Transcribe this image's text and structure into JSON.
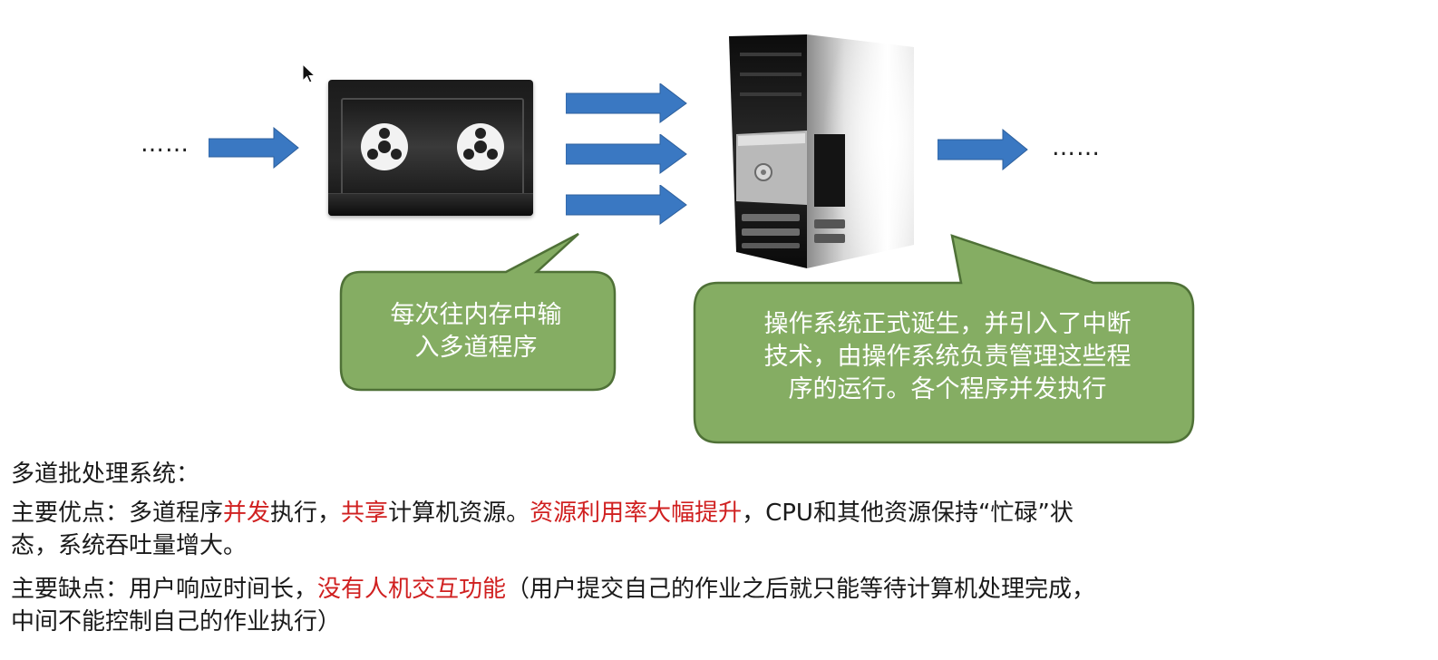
{
  "diagram": {
    "left_dots": "……",
    "right_dots": "……",
    "callout_left": "每次往内存中输\n入多道程序",
    "callout_right": "操作系统正式诞生，并引入了中断\n技术，由操作系统负责管理这些程\n序的运行。各个程序并发执行",
    "colors": {
      "arrow": "#3a78c2",
      "callout_fill": "#85ad63",
      "callout_border": "#4f7137",
      "highlight": "#d02020"
    },
    "icons": [
      "tape-drive-icon",
      "server-tower-icon",
      "mouse-cursor-icon"
    ]
  },
  "text": {
    "heading": "多道批处理系统：",
    "adv": {
      "p1": "主要优点：多道程序",
      "r1": "并发",
      "p2": "执行，",
      "r2": "共享",
      "p3": "计算机资源。",
      "r3": "资源利用率大幅提升",
      "p4": "，CPU和其他资源保持“忙碌”状",
      "line2": "态，系统吞吐量增大。"
    },
    "dis": {
      "p1": "主要缺点：用户响应时间长，",
      "r1": "没有人机交互功能",
      "p2": "（用户提交自己的作业之后就只能等待计算机处理完成，",
      "line2": "中间不能控制自己的作业执行）"
    }
  }
}
